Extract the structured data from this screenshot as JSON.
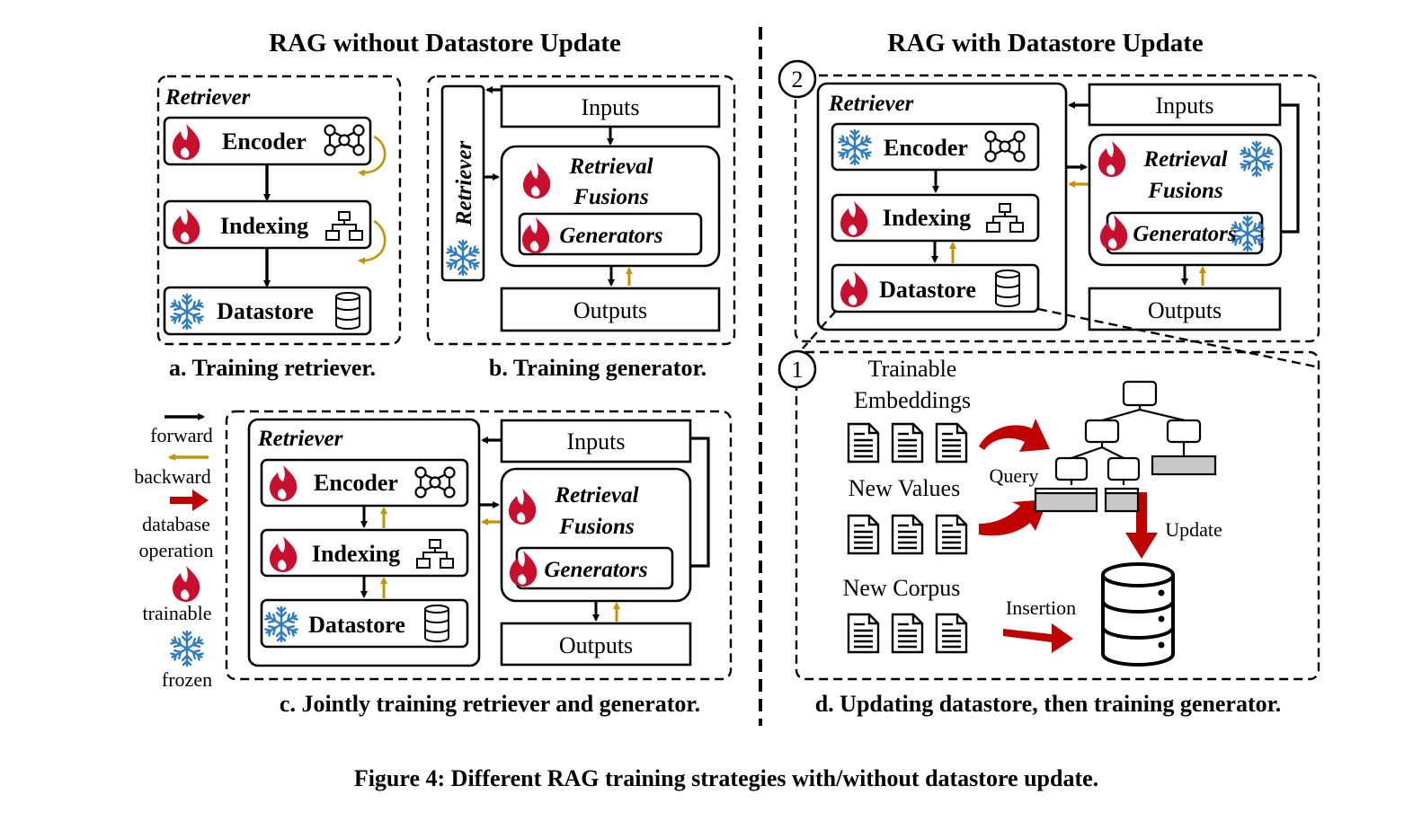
{
  "headers": {
    "left": "RAG without Datastore Update",
    "right": "RAG with Datastore Update"
  },
  "labels": {
    "retriever": "Retriever",
    "encoder": "Encoder",
    "indexing": "Indexing",
    "datastore": "Datastore",
    "inputs": "Inputs",
    "outputs": "Outputs",
    "retrieval": "Retrieval",
    "fusions": "Fusions",
    "generators": "Generators"
  },
  "subcaptions": {
    "a": "a. Training retriever.",
    "b": "b. Training generator.",
    "c": "c. Jointly training retriever and generator.",
    "d": "d. Updating datastore, then training generator."
  },
  "legend": {
    "forward": "forward",
    "backward": "backward",
    "database_line1": "database",
    "database_line2": "operation",
    "trainable": "trainable",
    "frozen": "frozen"
  },
  "panel_d": {
    "step1": "1",
    "step2": "2",
    "trainable_line1": "Trainable",
    "trainable_line2": "Embeddings",
    "new_values": "New Values",
    "new_corpus": "New Corpus",
    "query": "Query",
    "update": "Update",
    "insertion": "Insertion"
  },
  "figure_caption": "Figure 4: Different RAG training strategies with/without datastore update.",
  "colors": {
    "forward": "#000000",
    "backward": "#c59400",
    "database_op": "#c00000",
    "flame": "#c8102e",
    "snowflake": "#2e7cc4",
    "leaf_fill": "#c8c8c8"
  }
}
